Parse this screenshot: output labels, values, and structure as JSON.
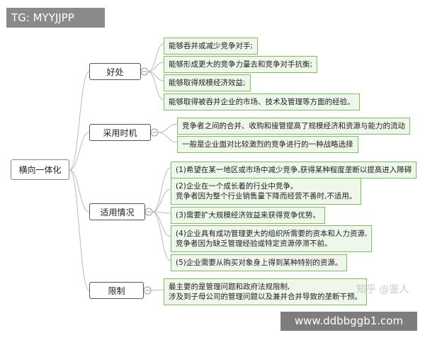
{
  "watermark_tag": "TG: MYYJJPP",
  "url_banner": "www.ddbbggb1.com",
  "corner_watermark": "知乎 @鉴人",
  "mindmap": {
    "root": "横向一体化",
    "branches": [
      {
        "label": "好处",
        "items": [
          [
            "能够吞并或减少竞争对手;"
          ],
          [
            "能够形成更大的竞争力量去和竞争对手抗衡;"
          ],
          [
            "能够取得规模经济效益;"
          ],
          [
            "能够取得被吞并企业的市场、技术及管理等方面的经验。"
          ]
        ]
      },
      {
        "label": "采用时机",
        "items": [
          [
            "竞争者之间的合并、收购和接管提高了规模经济和资源与能力的流动"
          ],
          [
            "一般是企业面对比较激烈的竞争进行的一种战略选择"
          ]
        ]
      },
      {
        "label": "适用情况",
        "items": [
          [
            "(1)希望在某一地区或市场中减少竞争,获得某种程度垄断以提高进入障碍"
          ],
          [
            "(2)企业在一个成长着的行业中竞争。",
            "竞争者因为整个行业销售量下降而经营不善时,不适用。"
          ],
          [
            "(3)需要扩大规模经济效益来获得竞争优势。"
          ],
          [
            "(4)企业具有成功管理更大的组织所需要的资本和人力资源,",
            "竞争者因为缺乏管理经验或特定资源停滞不前。"
          ],
          [
            "(5)企业需要从购买对象身上得到某种特别的资源。"
          ]
        ]
      },
      {
        "label": "限制",
        "items": [
          [
            "最主要的是管理问题和政府法规限制,",
            "涉及到子母公司的管理问题以及兼并合并导致的垄断干预。"
          ]
        ]
      }
    ]
  }
}
